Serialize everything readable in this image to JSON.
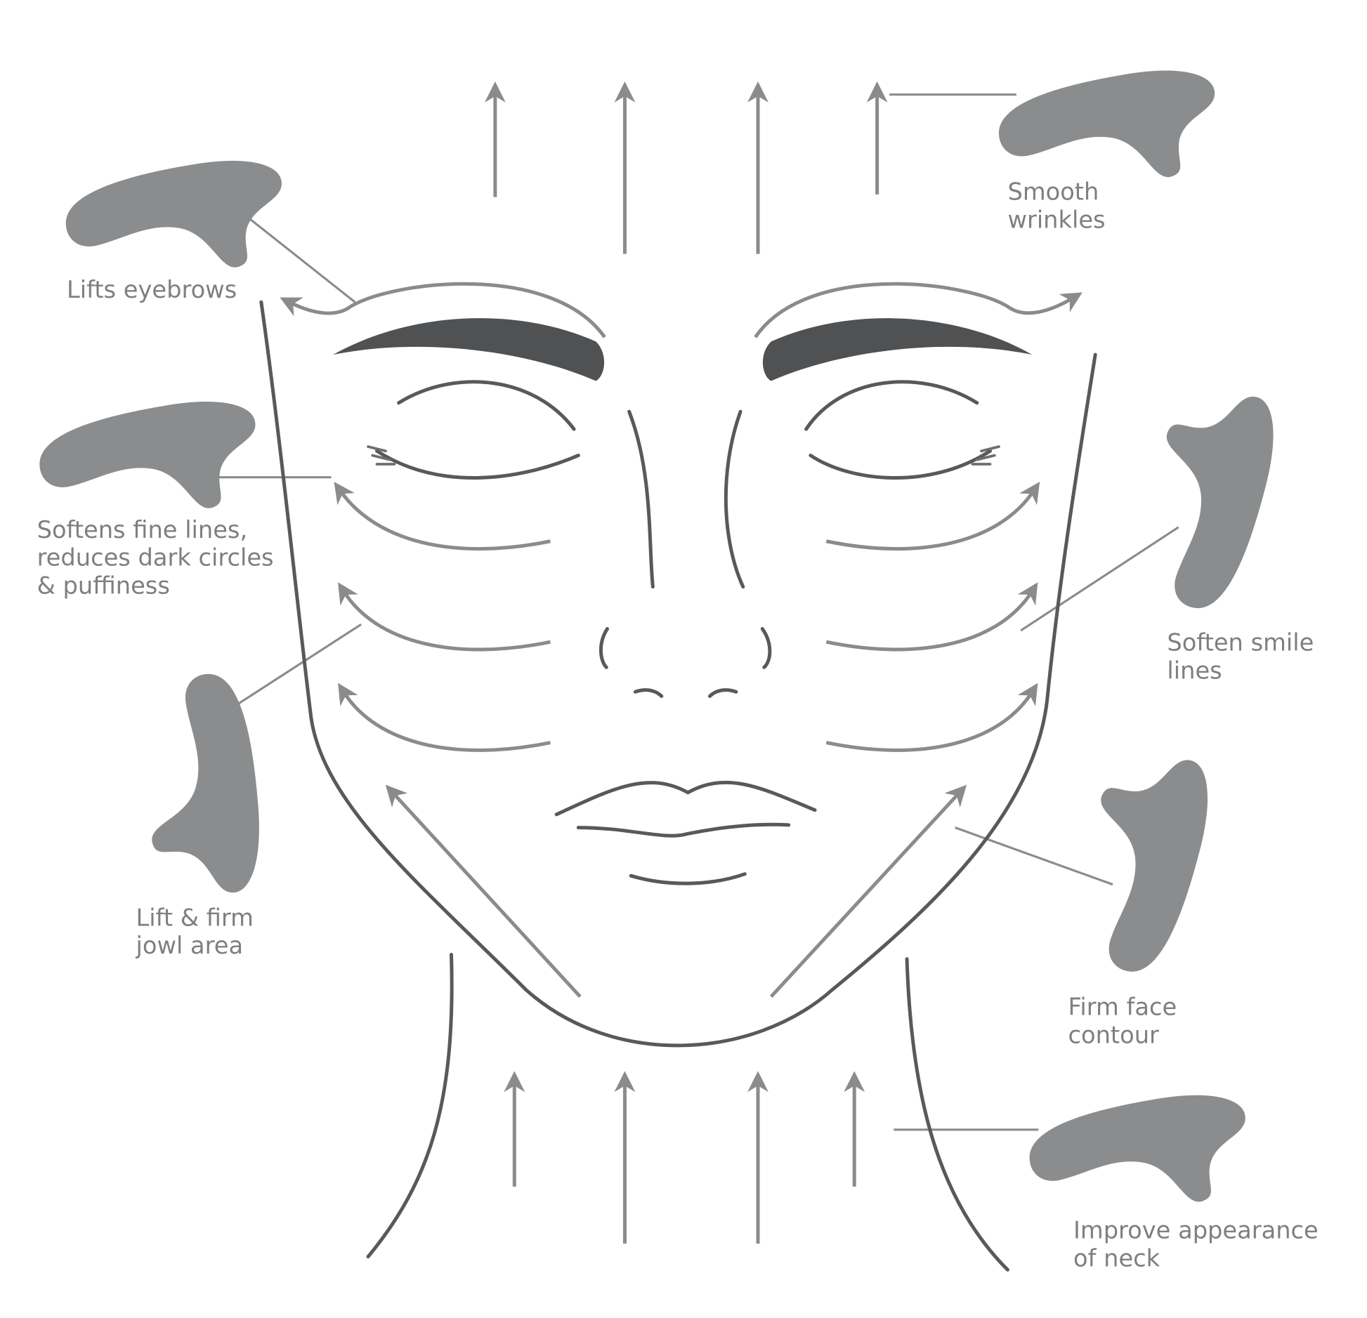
{
  "colors": {
    "stone": "#8a8c8d",
    "arrow": "#8a8b8c",
    "face_line": "#58595b",
    "label": "#7d7f81"
  },
  "labels": {
    "smooth_wrinkles": [
      "Smooth",
      "wrinkles"
    ],
    "lifts_eyebrows": [
      "Lifts eyebrows"
    ],
    "softens_fine_lines": [
      "Softens fine lines,",
      "reduces dark circles",
      "& puffiness"
    ],
    "soften_smile_lines": [
      "Soften smile",
      "lines"
    ],
    "lift_firm_jowl": [
      "Lift & firm",
      "jowl area"
    ],
    "firm_face_contour": [
      "Firm face",
      "contour"
    ],
    "improve_neck": [
      "Improve appearance",
      "of neck"
    ]
  }
}
